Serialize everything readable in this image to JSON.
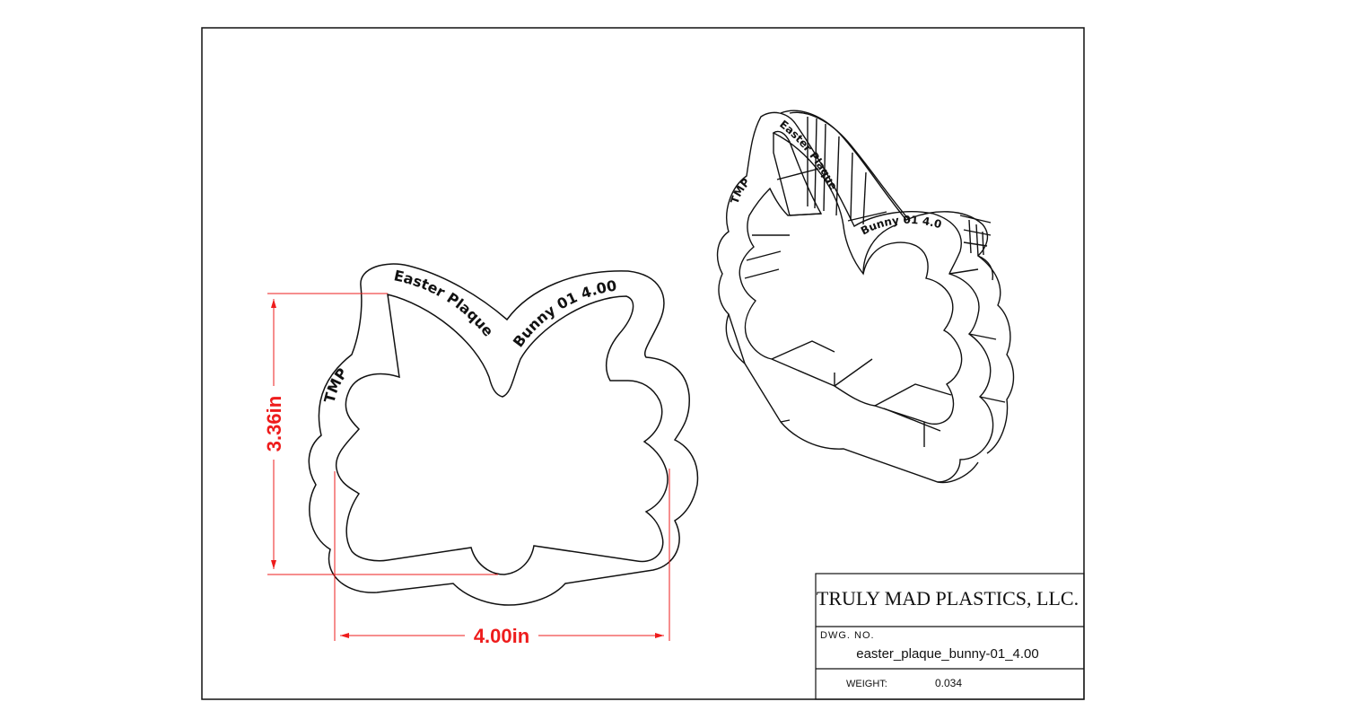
{
  "cutter": {
    "labels": {
      "maker": "TMP",
      "title": "Easter Plaque",
      "code": "Bunny 01  4.00"
    }
  },
  "dimensions": {
    "height": "3.36in",
    "width": "4.00in"
  },
  "title_block": {
    "company": "TRULY MAD PLASTICS, LLC.",
    "dwg_no_label": "DWG. NO.",
    "dwg_no": "easter_plaque_bunny-01_4.00",
    "weight_label": "WEIGHT:",
    "weight": "0.034"
  },
  "colors": {
    "dimension": "#ee1c1c",
    "line": "#111111"
  }
}
